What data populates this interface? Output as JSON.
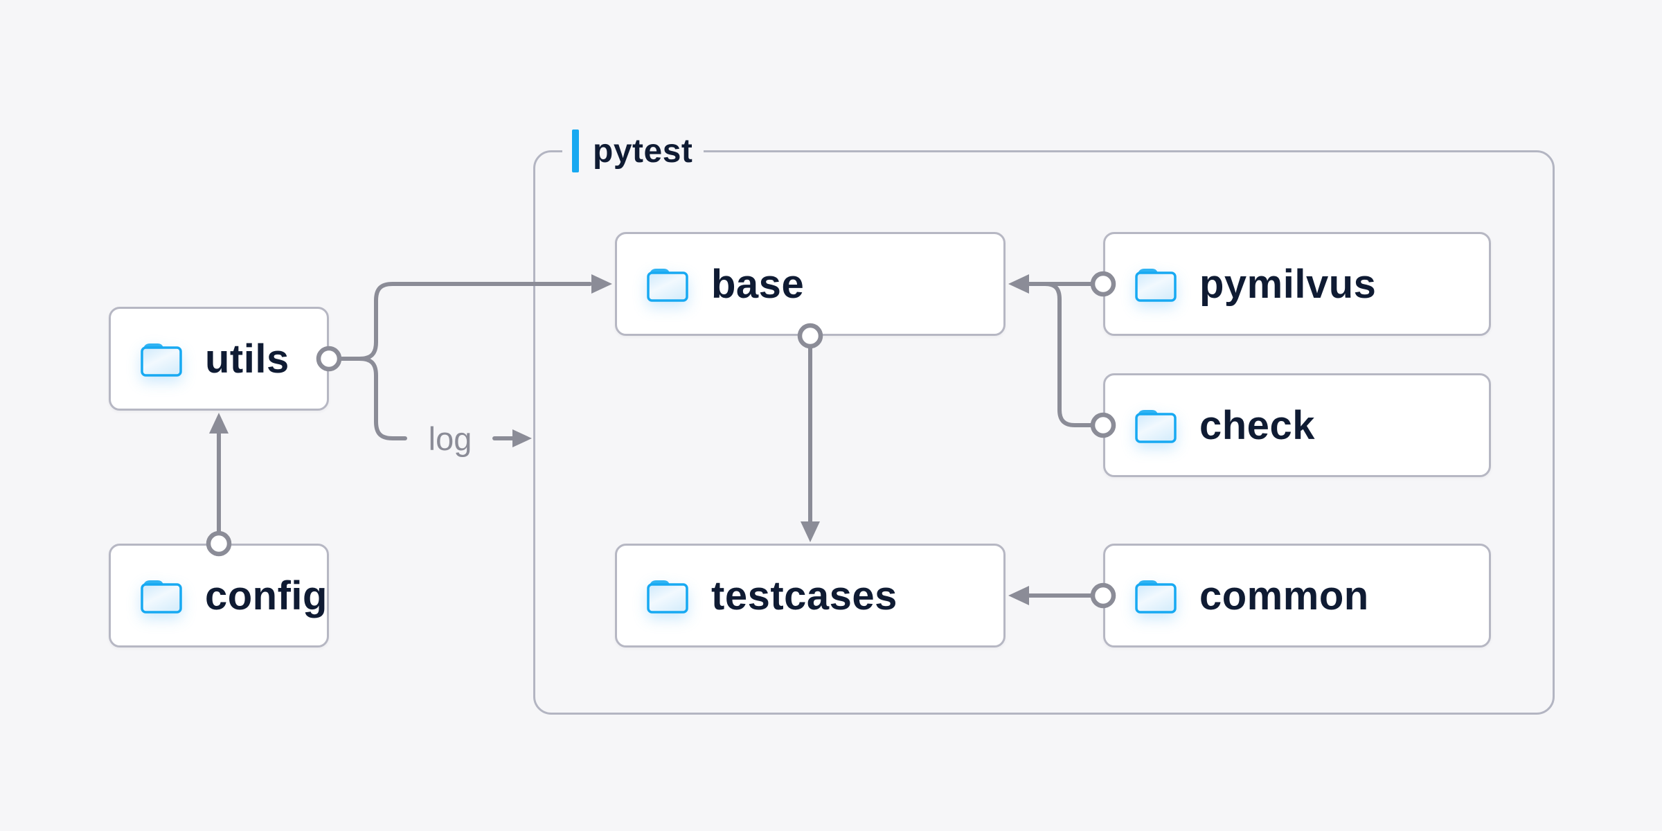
{
  "diagram": {
    "group": {
      "label": "pytest",
      "children": [
        "base",
        "pymilvus",
        "check",
        "testcases",
        "common"
      ]
    },
    "nodes": [
      {
        "id": "utils",
        "label": "utils"
      },
      {
        "id": "config",
        "label": "config"
      },
      {
        "id": "base",
        "label": "base"
      },
      {
        "id": "pymilvus",
        "label": "pymilvus"
      },
      {
        "id": "check",
        "label": "check"
      },
      {
        "id": "testcases",
        "label": "testcases"
      },
      {
        "id": "common",
        "label": "common"
      }
    ],
    "edges": [
      {
        "from": "config",
        "to": "utils"
      },
      {
        "from": "utils",
        "to": "base"
      },
      {
        "from": "utils",
        "to": "pytest-group",
        "label": "log"
      },
      {
        "from": "pymilvus",
        "to": "base"
      },
      {
        "from": "check",
        "to": "base"
      },
      {
        "from": "base",
        "to": "testcases"
      },
      {
        "from": "common",
        "to": "testcases"
      }
    ],
    "colors": {
      "accent_blue": "#18a9f1",
      "folder_outline": "#17a9f2",
      "folder_tab": "#2fb3f3",
      "text_navy": "#0f1b33",
      "connector_gray": "#8b8c97",
      "node_border": "#b6b7c3",
      "node_background": "#ffffff",
      "canvas_background": "#f6f6f8"
    }
  }
}
